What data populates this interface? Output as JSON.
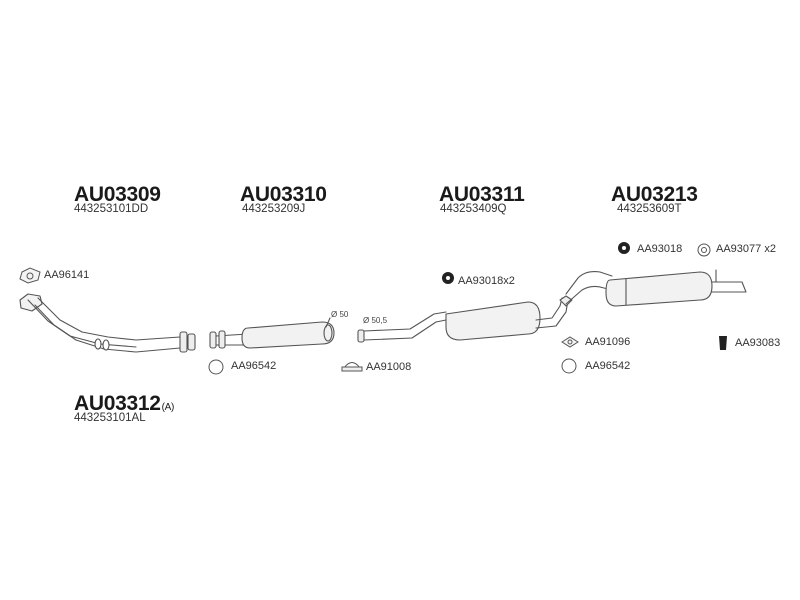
{
  "parts": [
    {
      "code": "AU03309",
      "oem": "443253101DD"
    },
    {
      "code": "AU03310",
      "oem": "443253209J"
    },
    {
      "code": "AU03311",
      "oem": "443253409Q"
    },
    {
      "code": "AU03213",
      "oem": "443253609T"
    },
    {
      "code": "AU03312",
      "code_suffix": "(A)",
      "oem": "443253101AL"
    }
  ],
  "accessories": {
    "aa96141": "AA96141",
    "aa96542_left": "AA96542",
    "aa91008": "AA91008",
    "aa93018x2": "AA93018x2",
    "aa93018": "AA93018",
    "aa93077": "AA93077 x2",
    "aa91096": "AA91096",
    "aa96542_right": "AA96542",
    "aa93083": "AA93083"
  },
  "dimensions": {
    "d50": "Ø 50",
    "d505": "Ø 50,5"
  },
  "colors": {
    "line": "#555555",
    "text": "#1a1a1a"
  }
}
